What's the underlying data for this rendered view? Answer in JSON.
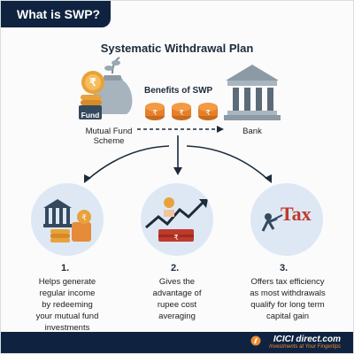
{
  "header": {
    "tab_title": "What is SWP?",
    "heading": "Systematic Withdrawal Plan"
  },
  "flow": {
    "source_label_1": "Mutual Fund",
    "source_label_2": "Scheme",
    "fund_tag": "Fund",
    "benefits_label": "Benefits of SWP",
    "target_label": "Bank"
  },
  "benefits": [
    {
      "number": "1.",
      "lines": [
        "Helps generate",
        "regular income",
        "by redeeming",
        "your mutual fund",
        "investments"
      ]
    },
    {
      "number": "2.",
      "lines": [
        "Gives the",
        "advantage of",
        "rupee cost",
        "averaging"
      ]
    },
    {
      "number": "3.",
      "lines": [
        "Offers tax efficiency",
        "as most withdrawals",
        "qualify for long term",
        "capital gain"
      ]
    }
  ],
  "tax_word": "Tax",
  "footer": {
    "brand": "ICICI direct.com",
    "tagline": "Investments at Your Fingertips"
  },
  "colors": {
    "navy": "#0f2340",
    "orange": "#f08a2c",
    "gold": "#e9a23b",
    "circle_bg": "#dde8f4",
    "red": "#c0392b"
  }
}
